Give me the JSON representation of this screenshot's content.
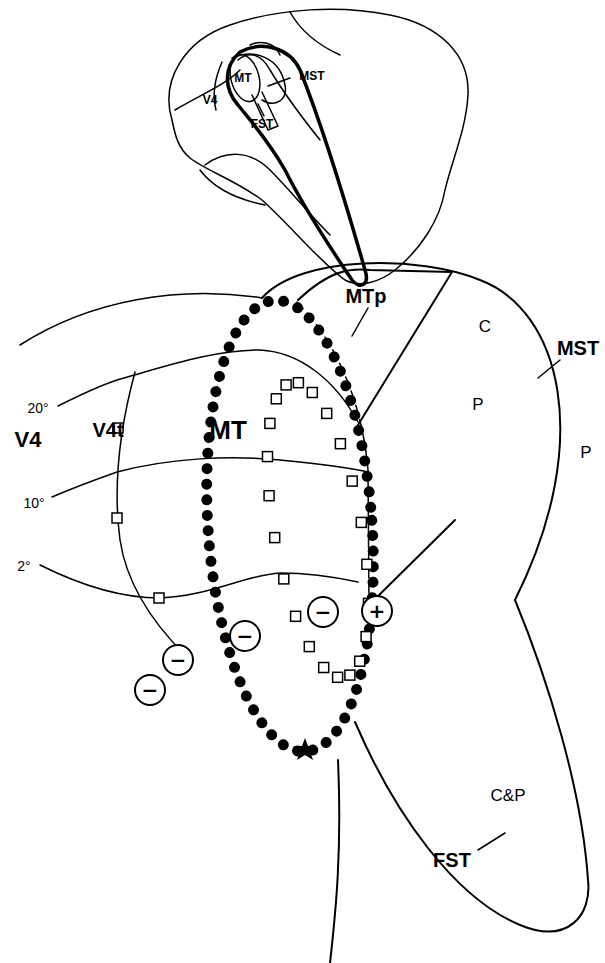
{
  "diagram": {
    "nodes": [
      {
        "text": [
          "−"
        ]
      },
      {
        "text": [
          "−"
        ]
      },
      {
        "text": [
          "−"
        ]
      },
      {
        "text": [
          "−"
        ]
      },
      {
        "text": [
          "+"
        ]
      }
    ],
    "labels": [
      "MT",
      "MST",
      "V4",
      "FST",
      "MTp",
      "C",
      "MST",
      "20°",
      "V4t",
      "MT",
      "P",
      "P",
      "V4",
      "10°",
      "2°",
      "C&P",
      "FST"
    ]
  }
}
